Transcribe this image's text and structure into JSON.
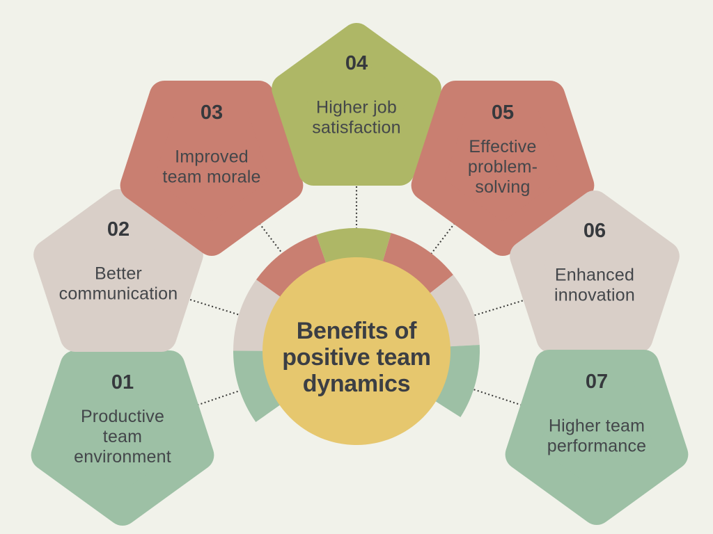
{
  "title": {
    "text": "Benefits of positive team dynamics",
    "lines": [
      "Benefits of",
      "positive team",
      "dynamics"
    ]
  },
  "colors": {
    "background": "#f1f2ea",
    "center_circle": "#e6c76e",
    "title_text": "#3b3e44",
    "number_text": "#36393d",
    "label_text": "#43464a",
    "connector": "#3c3c3a",
    "sage": "#9dc0a5",
    "beige": "#d9cfc8",
    "salmon": "#c97f71",
    "olive": "#aeb766"
  },
  "items": [
    {
      "number": "01",
      "label": "Productive team environment",
      "lines": [
        "Productive",
        "team",
        "environment"
      ],
      "color": "#9dc0a5"
    },
    {
      "number": "02",
      "label": "Better communication",
      "lines": [
        "Better",
        "communication"
      ],
      "color": "#d9cfc8"
    },
    {
      "number": "03",
      "label": "Improved team morale",
      "lines": [
        "Improved",
        "team morale"
      ],
      "color": "#c97f71"
    },
    {
      "number": "04",
      "label": "Higher job satisfaction",
      "lines": [
        "Higher job",
        "satisfaction"
      ],
      "color": "#aeb766"
    },
    {
      "number": "05",
      "label": "Effective problem-solving",
      "lines": [
        "Effective",
        "problem-",
        "solving"
      ],
      "color": "#c97f71"
    },
    {
      "number": "06",
      "label": "Enhanced innovation",
      "lines": [
        "Enhanced",
        "innovation"
      ],
      "color": "#d9cfc8"
    },
    {
      "number": "07",
      "label": "Higher team performance",
      "lines": [
        "Higher team",
        "performance"
      ],
      "color": "#9dc0a5"
    }
  ]
}
